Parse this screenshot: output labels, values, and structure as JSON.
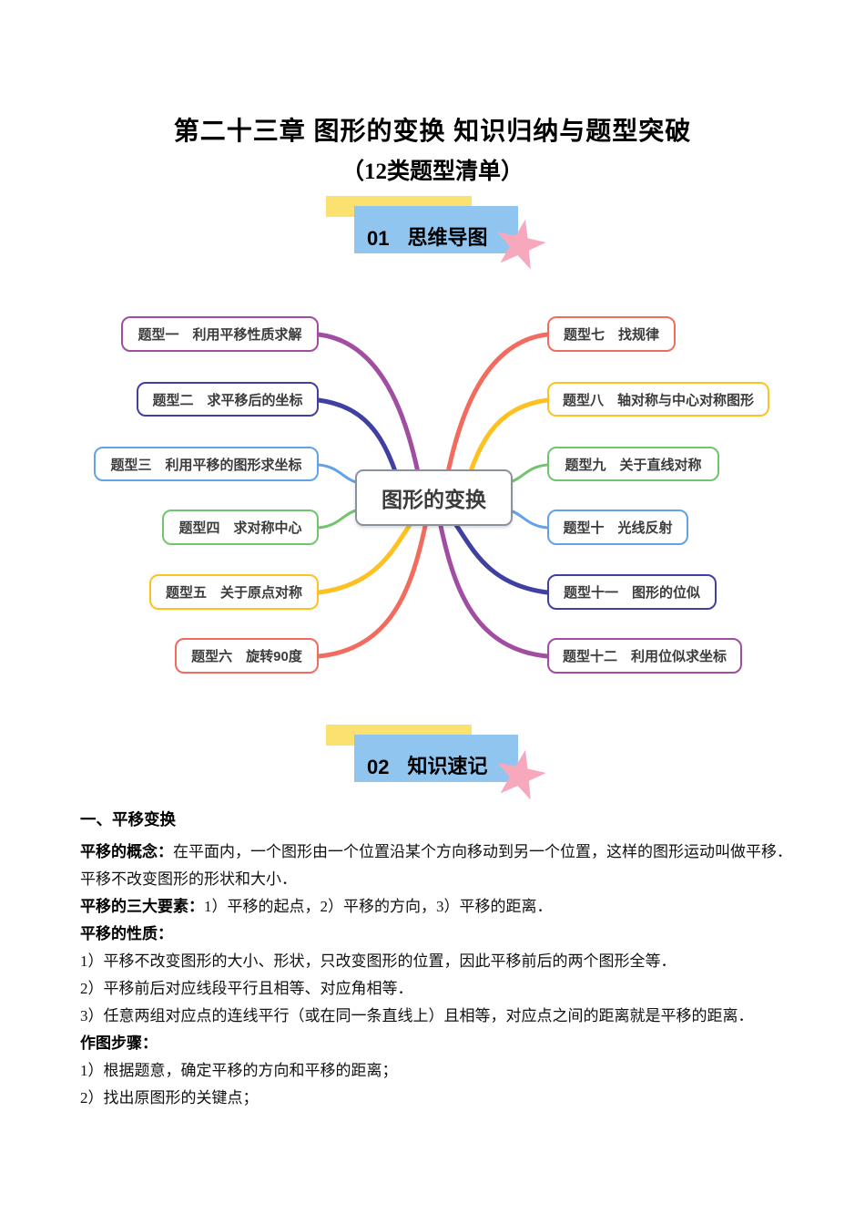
{
  "document": {
    "title_line1": "第二十三章 图形的变换 知识归纳与题型突破",
    "title_line2": "（12类题型清单）"
  },
  "section1": {
    "number": "01",
    "label": "思维导图"
  },
  "section2": {
    "number": "02",
    "label": "知识速记"
  },
  "mindmap": {
    "center_label": "图形的变换",
    "left_nodes": [
      {
        "label": "题型一　利用平移性质求解",
        "color": "#A04DA2"
      },
      {
        "label": "题型二　求平移后的坐标",
        "color": "#4040A3"
      },
      {
        "label": "题型三　利用平移的图形求坐标",
        "color": "#63A1E8"
      },
      {
        "label": "题型四　求对称中心",
        "color": "#72C46F"
      },
      {
        "label": "题型五　关于原点对称",
        "color": "#FFC121"
      },
      {
        "label": "题型六　旋转90度",
        "color": "#F26B5F"
      }
    ],
    "right_nodes": [
      {
        "label": "题型七　找规律",
        "color": "#F26B5F"
      },
      {
        "label": "题型八　轴对称与中心对称图形",
        "color": "#FFC121"
      },
      {
        "label": "题型九　关于直线对称",
        "color": "#72C46F"
      },
      {
        "label": "题型十　光线反射",
        "color": "#63A1E8"
      },
      {
        "label": "题型十一　图形的位似",
        "color": "#4040A3"
      },
      {
        "label": "题型十二　利用位似求坐标",
        "color": "#A04DA2"
      }
    ]
  },
  "knowledge": {
    "heading": "一、平移变换",
    "paragraphs": [
      {
        "bold": "平移的概念：",
        "text": "在平面内，一个图形由一个位置沿某个方向移动到另一个位置，这样的图形运动叫做平移．平移不改变图形的形状和大小．"
      },
      {
        "bold": "平移的三大要素：",
        "text": "1）平移的起点，2）平移的方向，3）平移的距离．"
      },
      {
        "bold": "平移的性质：",
        "text": ""
      },
      {
        "bold": "",
        "text": "1）平移不改变图形的大小、形状，只改变图形的位置，因此平移前后的两个图形全等．"
      },
      {
        "bold": "",
        "text": "2）平移前后对应线段平行且相等、对应角相等．"
      },
      {
        "bold": "",
        "text": "3）任意两组对应点的连线平行（或在同一条直线上）且相等，对应点之间的距离就是平移的距离．"
      },
      {
        "bold": "作图步骤：",
        "text": ""
      },
      {
        "bold": "",
        "text": "1）根据题意，确定平移的方向和平移的距离；"
      },
      {
        "bold": "",
        "text": "2）找出原图形的关键点；"
      }
    ]
  },
  "colors": {
    "header_yellow": "#FBE170",
    "header_blue": "#90C5F0",
    "star_pink": "#F7A8BD",
    "purple": "#A04DA2",
    "indigo": "#4040A3",
    "blue": "#63A1E8",
    "green": "#72C46F",
    "yellow": "#FFC121",
    "red": "#F26B5F",
    "center_border": "#8A929C"
  }
}
